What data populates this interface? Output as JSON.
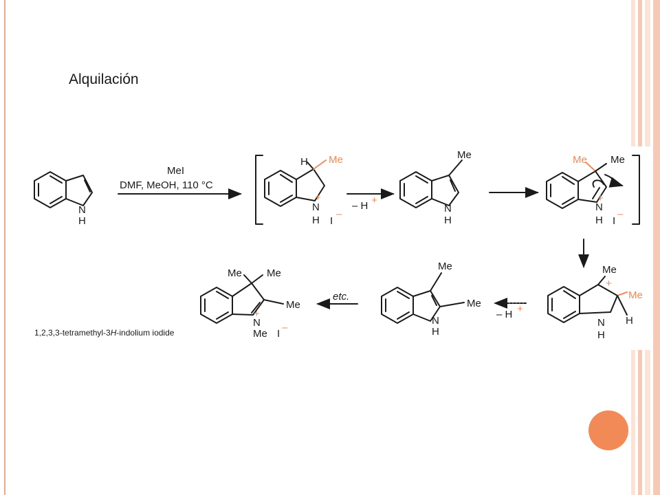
{
  "slide": {
    "title": "Alquilación"
  },
  "colors": {
    "accent_orange": "#f28a57",
    "stripe_pink": "#f6c9b6",
    "stripe_light": "#fbe3d7",
    "left_rule": "#e9a98c",
    "ink": "#1a1a1a"
  },
  "scheme": {
    "reagent": "MeI",
    "conditions": "DMF, MeOH, 110 °C",
    "step_minus_h": "– H",
    "plus": "+",
    "minus": "–",
    "iodide": "I",
    "etc": "etc.",
    "product_name_a": "1,2,3,3-tetramethyl-3",
    "product_name_h": "H",
    "product_name_b": "-indolium iodide",
    "atoms": {
      "N": "N",
      "H": "H",
      "Me": "Me"
    }
  }
}
